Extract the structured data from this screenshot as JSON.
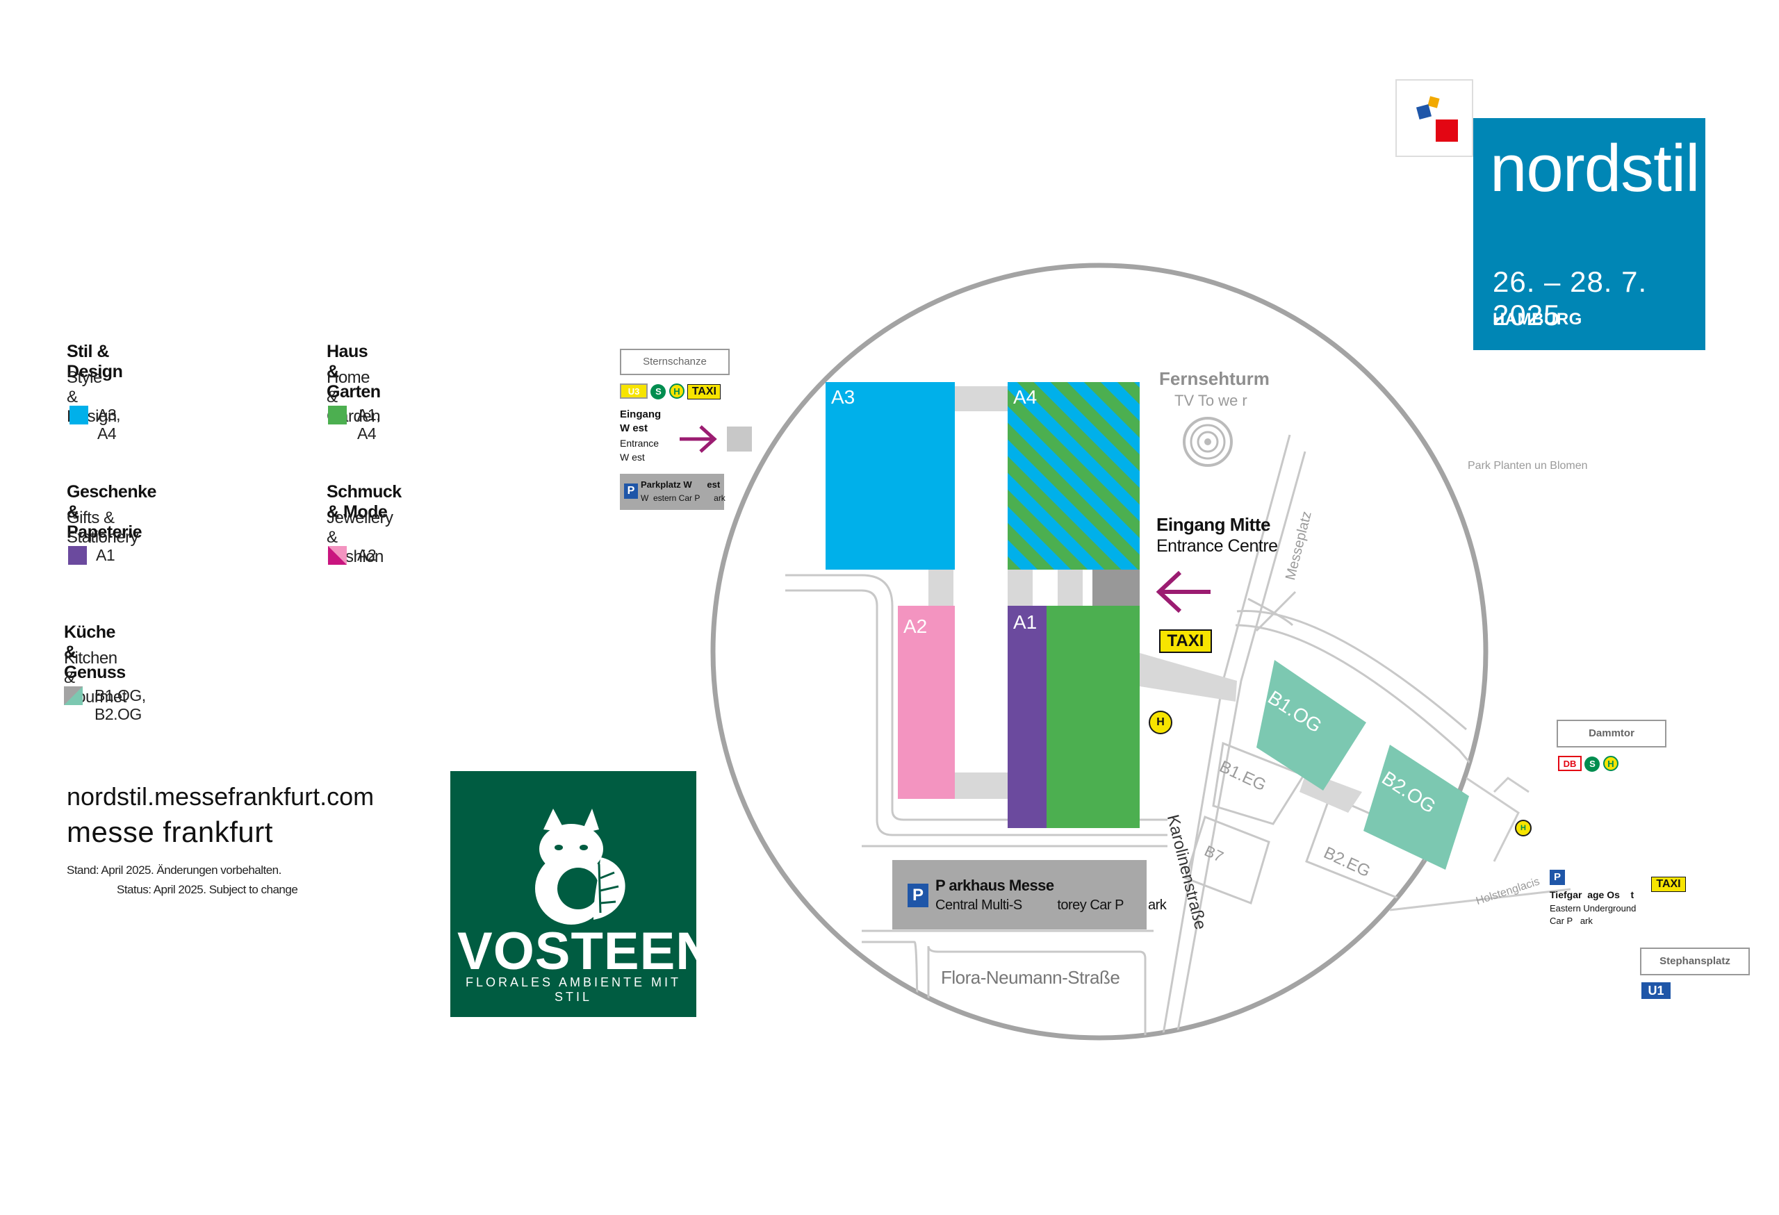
{
  "legend": [
    {
      "title": "Stil & Design",
      "subtitle": "Style & Design",
      "value": "A3, A4",
      "color": "#00b0ea"
    },
    {
      "title": "Haus & Garten",
      "subtitle": "Home & Garden",
      "value": "A1, A4",
      "color": "#4caf50"
    },
    {
      "title": "Geschenke & Papeterie",
      "subtitle": "Gifts & Stationery",
      "value": "A1",
      "color": "#6b4a9e"
    },
    {
      "title": "Schmuck & Mode",
      "subtitle": "Jewellery & Fashion",
      "value": "A2",
      "color": "#c9157f"
    },
    {
      "title": "Küche & Genuss",
      "subtitle": "Kitchen & Gourmet",
      "value": "B1.OG, B2.OG",
      "color": "#7cc8b1"
    }
  ],
  "info": {
    "url": "nordstil.messefrankfurt.com",
    "company": "messe frankfurt",
    "note_de": "Stand: April 2025. Änderungen vorbehalten.",
    "note_en": "Status: April 2025. Subject to change"
  },
  "brand": {
    "name": "nordstil",
    "date": "26.  – 28.  7. 2025",
    "city": "HAMBURG",
    "color": "#0086b5"
  },
  "sponsor": {
    "name": "VOSTEEN",
    "tagline": "FLORALES AMBIENTE MIT STIL",
    "color": "#005c41"
  },
  "map": {
    "halls": {
      "A1": "A1",
      "A2": "A2",
      "A3": "A3",
      "A4": "A4",
      "B1OG": "B1.OG",
      "B2OG": "B2.OG",
      "B1EG": "B1.EG",
      "B2EG": "B2.EG",
      "B7": "B7"
    },
    "tv_tower": {
      "de": "Fernsehturm",
      "en": "TV  To we  r"
    },
    "park": "Park Planten un Blomen",
    "entrance_centre": {
      "de": "Eingang Mitte",
      "en": "Entrance Centre"
    },
    "entrance_west": {
      "de1": "Eingang",
      "de2": "W est",
      "en1": "Entrance",
      "en2": "W  est"
    },
    "sternschanze": "Sternschanze",
    "parkplatz_west": {
      "de": "Parkplatz W      est",
      "en": "W  estern Car P      ark"
    },
    "parkhaus": {
      "de": "P arkhaus Messe",
      "en": "Central Multi-S          torey Car P       ark"
    },
    "streets": {
      "messeplatz": "Messeplatz",
      "karolinen": "Karolinenstraße",
      "flora": "Flora-Neumann-Straße",
      "holsten": "Holstenglacis"
    },
    "dammtor": "Dammtor",
    "stephansplatz": "Stephansplatz",
    "tiefgarage": {
      "de": "Tiefgar  age Os    t",
      "en1": "Eastern Underground",
      "en2": "Car P   ark"
    },
    "badges": {
      "u3": "U3",
      "s": "S",
      "h": "H",
      "taxi": "TAXI",
      "db": "DB",
      "u1": "U1",
      "p": "P"
    }
  }
}
